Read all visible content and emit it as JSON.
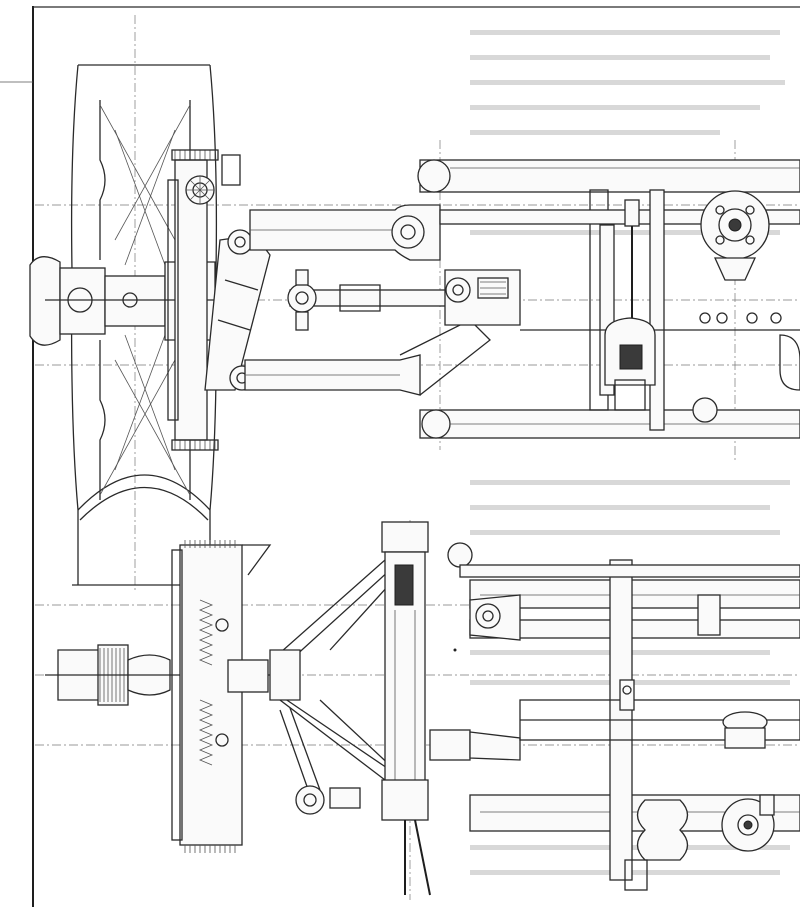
{
  "figure": {
    "kind": "technical-drawing",
    "subject": "front-suspension-assembly",
    "views": [
      "upper-plan-view",
      "lower-plan-view"
    ],
    "line_color": "#2a2a2a",
    "paper_color": "#ffffff",
    "bleed_text_color": "#c9c9c9"
  }
}
